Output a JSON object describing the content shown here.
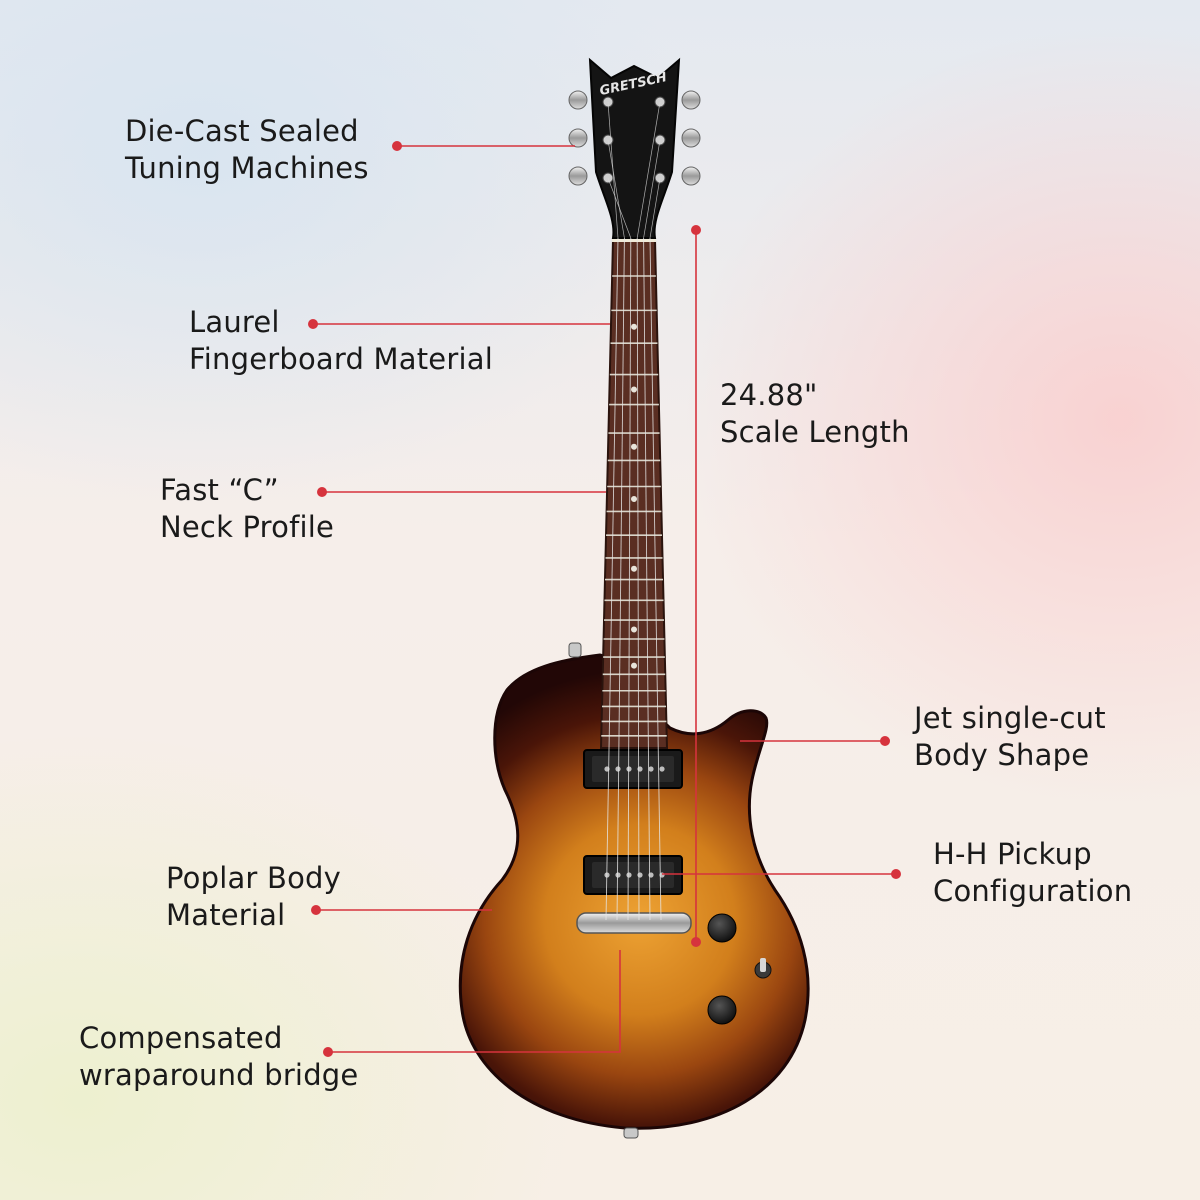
{
  "brand": {
    "headstock_logo": "GRETSCH"
  },
  "colors": {
    "accent": "#d6333d",
    "burst_center": "#e89a2a",
    "burst_mid": "#b05a12",
    "burst_edge": "#2c0a0a",
    "fretboard": "#5a2e22",
    "text": "#1a1a1a"
  },
  "callouts": [
    {
      "id": "tuners",
      "lines": [
        "Die-Cast Sealed",
        "Tuning Machines"
      ]
    },
    {
      "id": "fingerboard",
      "lines": [
        "Laurel",
        "Fingerboard Material"
      ]
    },
    {
      "id": "neck",
      "lines": [
        "Fast “C”",
        "Neck Profile"
      ]
    },
    {
      "id": "scale",
      "lines": [
        "24.88\"",
        "Scale Length"
      ]
    },
    {
      "id": "body-shape",
      "lines": [
        "Jet single-cut",
        "Body Shape"
      ]
    },
    {
      "id": "pickups",
      "lines": [
        "H-H Pickup",
        "Configuration"
      ]
    },
    {
      "id": "body-material",
      "lines": [
        "Poplar Body",
        "Material"
      ]
    },
    {
      "id": "bridge",
      "lines": [
        "Compensated",
        "wraparound bridge"
      ]
    }
  ]
}
